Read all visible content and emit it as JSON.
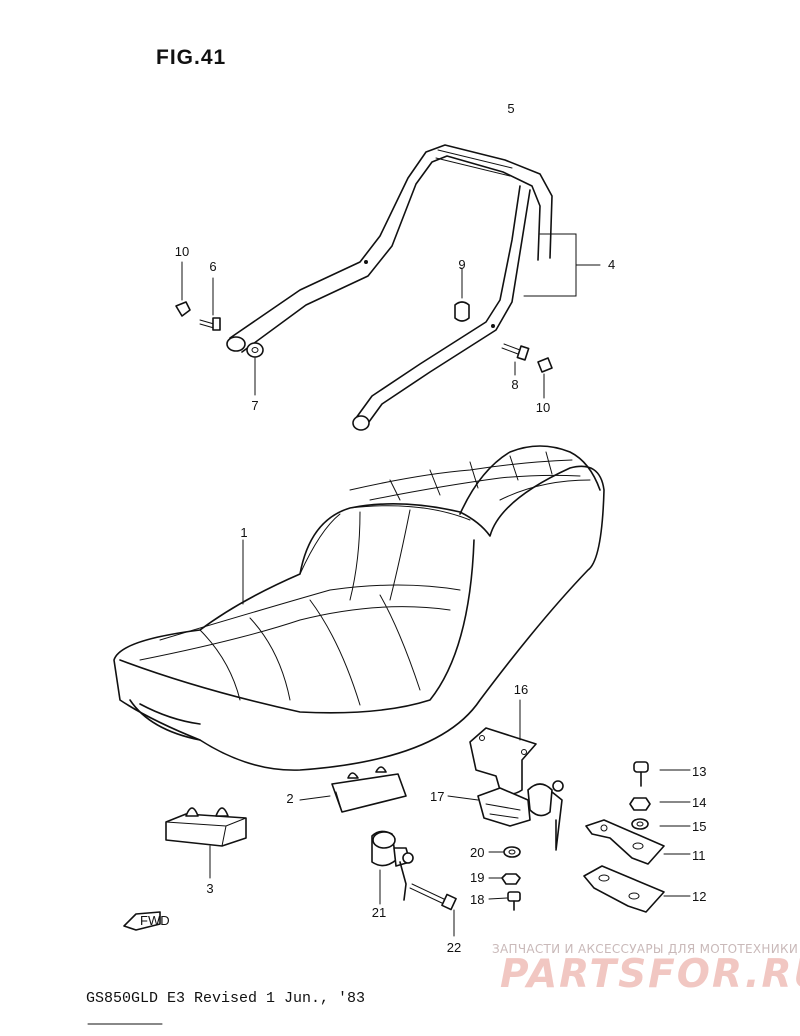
{
  "figure_title": "FIG.41",
  "footer_text": "GS850GLD E3  Revised 1 Jun., '83",
  "fwd_label": "FWD",
  "watermark": {
    "line1": "ЗАПЧАСТИ И АКСЕССУАРЫ ДЛЯ МОТОТЕХНИКИ",
    "line2": "PARTSFOR.RU"
  },
  "callouts": {
    "c1": "1",
    "c2": "2",
    "c3": "3",
    "c4": "4",
    "c5": "5",
    "c6": "6",
    "c7": "7",
    "c8": "8",
    "c9": "9",
    "c10a": "10",
    "c10b": "10",
    "c11": "11",
    "c12": "12",
    "c13": "13",
    "c14": "14",
    "c15": "15",
    "c16": "16",
    "c17": "17",
    "c18": "18",
    "c19": "19",
    "c20": "20",
    "c21": "21",
    "c22": "22"
  }
}
